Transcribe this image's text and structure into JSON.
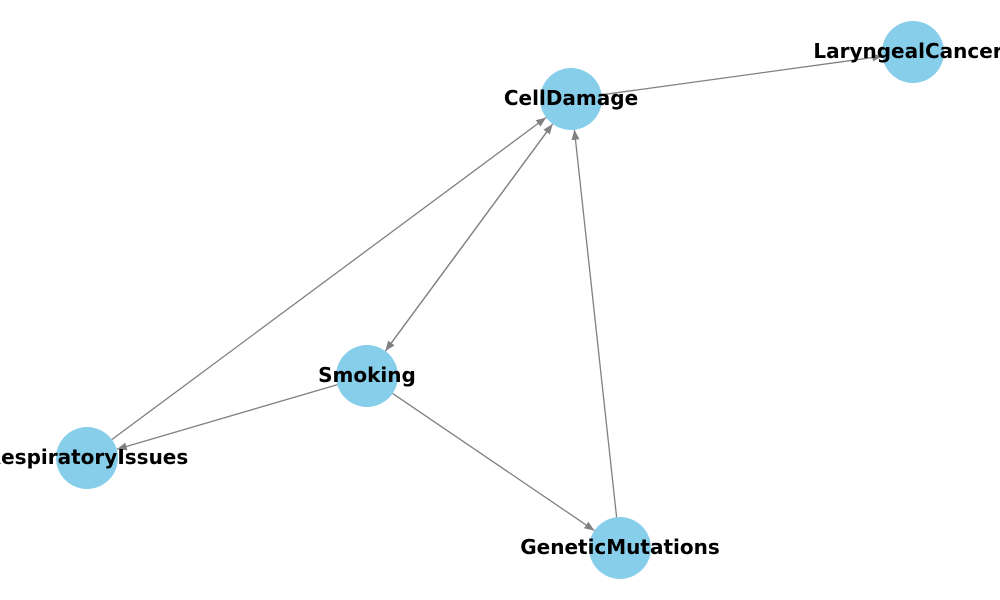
{
  "colors": {
    "node_fill": "#87ceeb",
    "edge": "#808080",
    "label": "#000000",
    "background": "#ffffff"
  },
  "graph": {
    "directed": true,
    "nodes": [
      {
        "id": "laryngeal",
        "label": "LaryngealCancer"
      },
      {
        "id": "celldamage",
        "label": "CellDamage"
      },
      {
        "id": "smoking",
        "label": "Smoking"
      },
      {
        "id": "respiratory",
        "label": "RespiratoryIssues"
      },
      {
        "id": "genetic",
        "label": "GeneticMutations"
      }
    ],
    "edges": [
      {
        "from": "celldamage",
        "to": "laryngeal"
      },
      {
        "from": "smoking",
        "to": "celldamage"
      },
      {
        "from": "celldamage",
        "to": "smoking"
      },
      {
        "from": "respiratory",
        "to": "celldamage"
      },
      {
        "from": "smoking",
        "to": "respiratory"
      },
      {
        "from": "smoking",
        "to": "genetic"
      },
      {
        "from": "genetic",
        "to": "celldamage"
      }
    ]
  }
}
